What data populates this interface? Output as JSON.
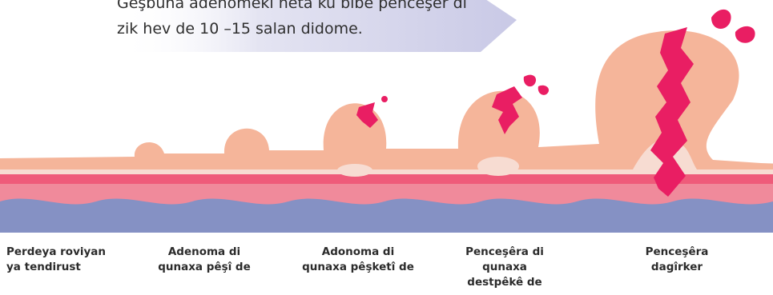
{
  "callout": {
    "lines": [
      "Geşbûna adenomekî heta ku bibe penceşêr di",
      "zik hev de 10 –15 salan didome."
    ]
  },
  "stages": [
    {
      "label_lines": [
        "Perdeya roviyan",
        "ya tendirust"
      ]
    },
    {
      "label_lines": [
        "Adenoma di",
        "qunaxa pêşî de"
      ]
    },
    {
      "label_lines": [
        "Adonoma di",
        "qunaxa pêşketî de"
      ]
    },
    {
      "label_lines": [
        "Penceşêra di",
        "qunaxa",
        "destpêkê de"
      ]
    },
    {
      "label_lines": [
        "Penceşêra",
        "dagîrker"
      ]
    }
  ],
  "colors": {
    "callout_gradient_start": "#ffffff",
    "callout_gradient_end": "#c8c8e6",
    "tissue": "#f5b59a",
    "tissue_light": "#f7d6cc",
    "pink_band": "#ee8193",
    "red_band": "#ef5b7a",
    "blue_band": "#8591c4",
    "tumor": "#e91e63"
  }
}
